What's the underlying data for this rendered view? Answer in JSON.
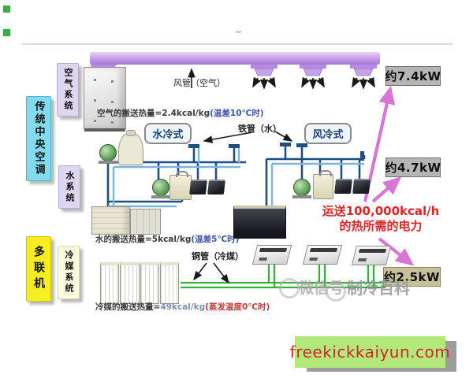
{
  "sidebar": {
    "traditional": "传统中央空调",
    "air_system": "空气系统",
    "water_system": "水系统",
    "multi_split": "多联机",
    "refrigerant_system": "冷媒系统"
  },
  "air": {
    "duct_label": "风管（空气）",
    "eq_main": "空气的搬送热量=2.4kcal/kg",
    "eq_note": "(温差10℃时)"
  },
  "water": {
    "water_cooled": "水冷式",
    "air_cooled": "风冷式",
    "pipe_label": "铁管（水）",
    "eq_main": "水的搬送热量=5kcal/kg",
    "eq_note": "(温差5℃时)"
  },
  "refrigerant": {
    "pipe_label": "铜管（冷媒）",
    "eq_main": "冷媒的搬送热量=",
    "eq_value": "49kcal/kg",
    "eq_note": "(蒸发温度0℃时)"
  },
  "power": {
    "air_kw": "约7.4kW",
    "water_kw": "约4.7kW",
    "refrigerant_kw": "约2.5kW",
    "note_line1": "运送100,000kcal/h",
    "note_line2": "的热所需的电力"
  },
  "watermark": {
    "wechat": "微信号",
    "brand": "制冷百科"
  },
  "footer": {
    "site": "freekickkaiyun.com"
  },
  "colors": {
    "pipe_dark": "#1d4f80",
    "pipe_light": "#7ab3dd",
    "pipe_green": "#34b234",
    "duct_purple": "#b58ae0",
    "pink_arrow": "#d86fd2",
    "kw_box_gray": "#b5b5b5",
    "kw_box_khaki": "#c6c09b",
    "note_red": "#e02428",
    "banner_green": "#b3e87a",
    "banner_text_red": "#d4262a"
  }
}
